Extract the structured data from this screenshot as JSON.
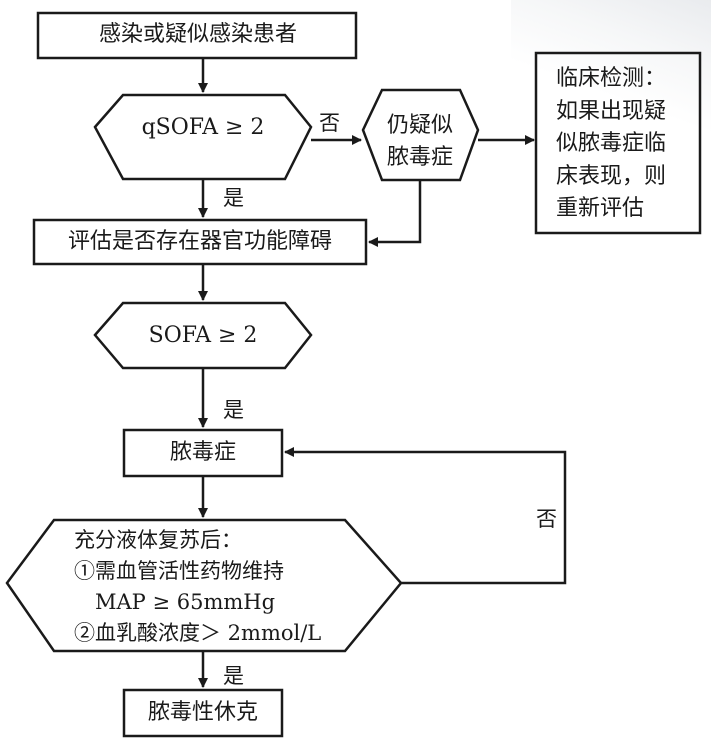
{
  "nodes": {
    "start": "感染或疑似感染患者",
    "qsofa": "qSOFA ≥ 2",
    "still_suspect": [
      "仍疑似",
      "脓毒症"
    ],
    "monitor": [
      "临床检测：",
      "如果出现疑",
      "似脓毒症临",
      "床表现，则",
      "重新评估"
    ],
    "assess": "评估是否存在器官功能障碍",
    "sofa": "SOFA ≥ 2",
    "sepsis": "脓毒症",
    "criteria": [
      "充分液体复苏后：",
      "①需血管活性药物维持",
      "　MAP ≥ 65mmHg",
      "②血乳酸浓度＞ 2mmol/L"
    ],
    "shock": "脓毒性休克"
  },
  "edge_labels": {
    "qsofa_no": "否",
    "qsofa_yes": "是",
    "sofa_yes": "是",
    "criteria_no": "否",
    "criteria_yes": "是"
  }
}
